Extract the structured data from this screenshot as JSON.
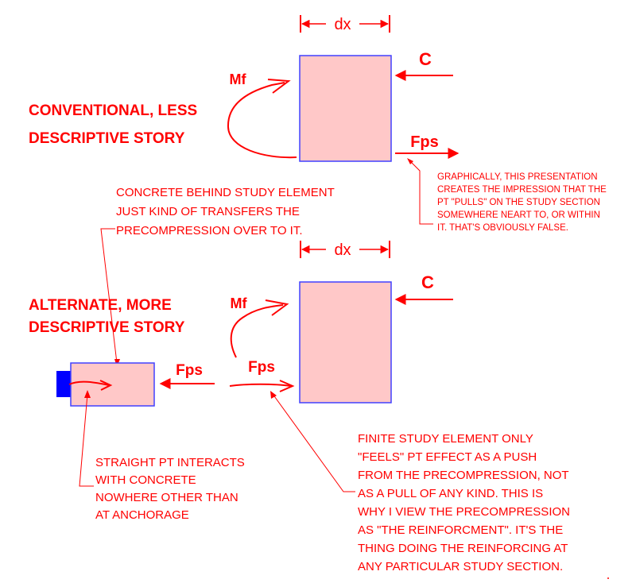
{
  "colors": {
    "ink": "#ff0000",
    "box_fill": "#ffc8c8",
    "box_stroke": "#4040ff",
    "anchor": "#0000ff"
  },
  "top": {
    "dx": "dx",
    "mf": "Mf",
    "c": "C",
    "fps": "Fps",
    "title_lines": [
      "CONVENTIONAL, LESS",
      "DESCRIPTIVE STORY"
    ],
    "note_lines": [
      "GRAPHICALLY, THIS PRESENTATION",
      "CREATES THE IMPRESSION THAT THE",
      "PT \"PULLS\" ON THE STUDY SECTION",
      "SOMEWHERE NEART TO, OR WITHIN",
      "IT.  THAT'S OBVIOUSLY FALSE."
    ]
  },
  "middle_note_lines": [
    "CONCRETE BEHIND STUDY ELEMENT",
    "JUST KIND OF TRANSFERS THE",
    "PRECOMPRESSION OVER TO IT."
  ],
  "bottom": {
    "dx": "dx",
    "mf": "Mf",
    "c": "C",
    "fps_left": "Fps",
    "fps_right": "Fps",
    "title_lines": [
      "ALTERNATE, MORE",
      "DESCRIPTIVE STORY"
    ],
    "pt_note_lines": [
      "STRAIGHT PT INTERACTS",
      "WITH CONCRETE",
      "NOWHERE OTHER THAN",
      "AT ANCHORAGE"
    ],
    "study_note_lines": [
      "FINITE STUDY ELEMENT ONLY",
      "\"FEELS\" PT EFFECT AS A PUSH",
      "FROM THE PRECOMPRESSION, NOT",
      "AS A PULL OF ANY KIND.  THIS IS",
      "WHY I VIEW THE PRECOMPRESSION",
      "AS \"THE REINFORCMENT\".  IT'S THE",
      "THING DOING THE REINFORCING AT",
      "ANY PARTICULAR STUDY SECTION."
    ]
  }
}
